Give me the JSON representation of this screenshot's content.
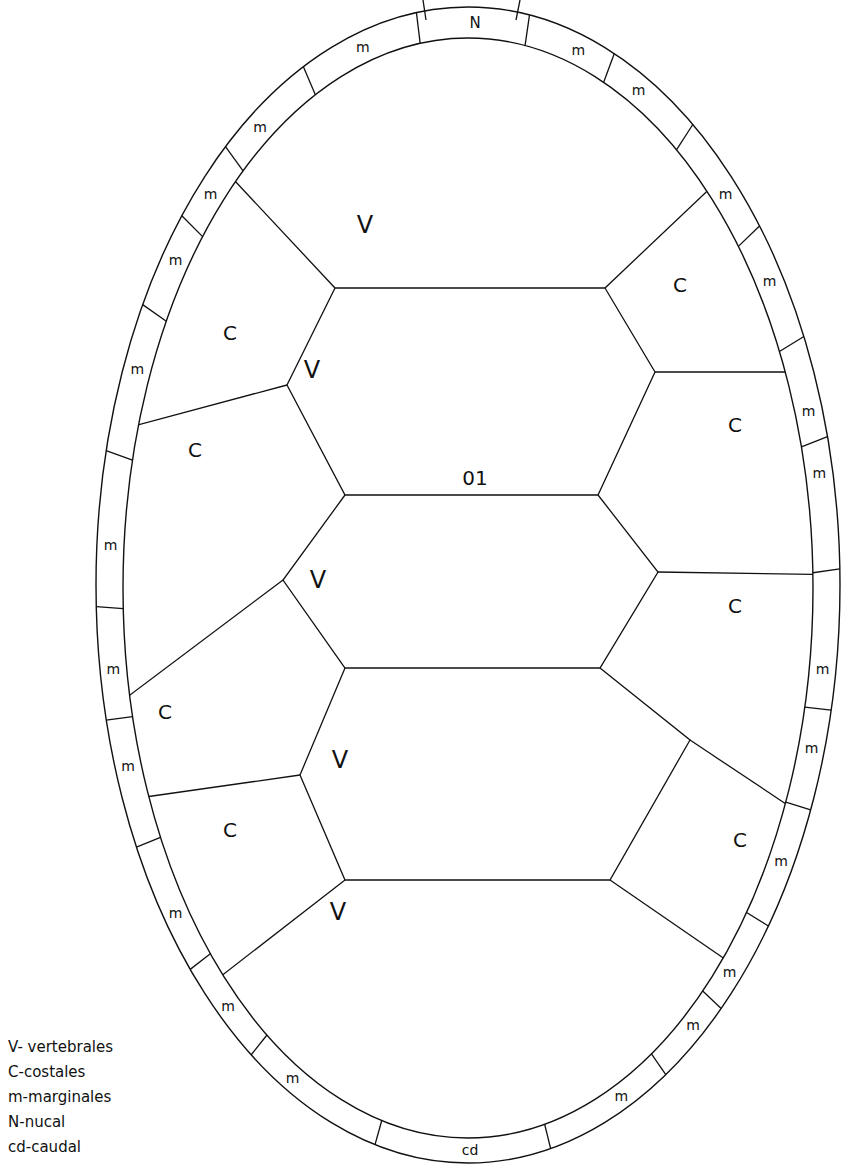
{
  "diagram": {
    "labels": [
      "N",
      "m",
      "m",
      "m",
      "m",
      "m",
      "V",
      "m",
      "m",
      "C",
      "m",
      "C",
      "m",
      "V",
      "m",
      "C",
      "C",
      "m",
      "01",
      "m",
      "V",
      "C",
      "m",
      "m",
      "C",
      "m",
      "m",
      "V",
      "C",
      "C",
      "m",
      "m",
      "V",
      "m",
      "m",
      "m",
      "m",
      "m",
      "cd",
      "V- vertebrales",
      "C-costales",
      "m-marginales",
      "N-nucal",
      "cd-caudal"
    ]
  }
}
